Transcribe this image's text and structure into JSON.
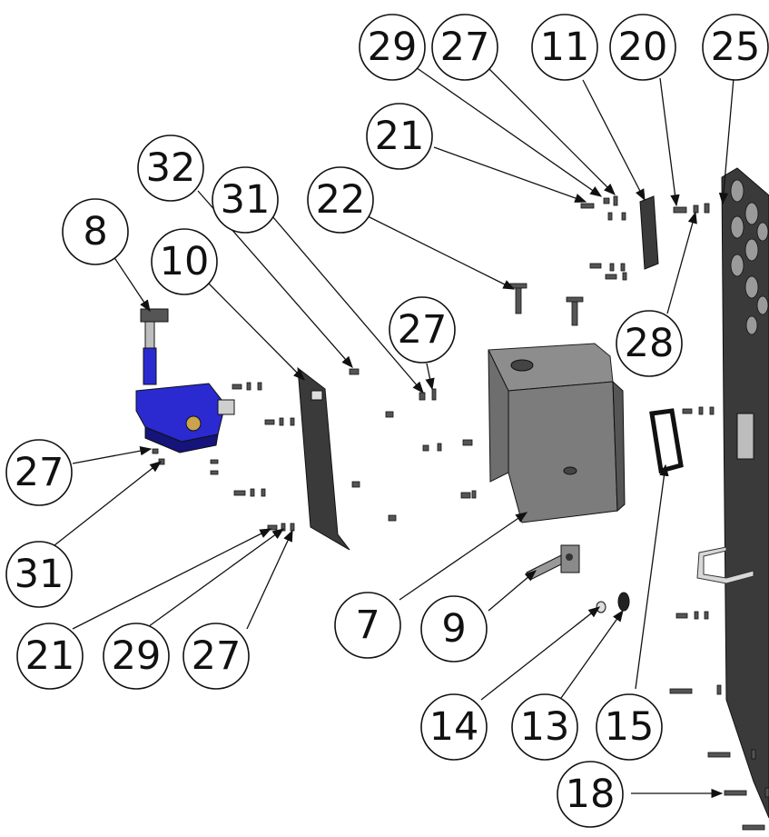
{
  "balloons": [
    {
      "id": "b29a",
      "label": "29"
    },
    {
      "id": "b27a",
      "label": "27"
    },
    {
      "id": "b11",
      "label": "11"
    },
    {
      "id": "b20",
      "label": "20"
    },
    {
      "id": "b25",
      "label": "25"
    },
    {
      "id": "b21a",
      "label": "21"
    },
    {
      "id": "b32",
      "label": "32"
    },
    {
      "id": "b31a",
      "label": "31"
    },
    {
      "id": "b22",
      "label": "22"
    },
    {
      "id": "b8",
      "label": "8"
    },
    {
      "id": "b10",
      "label": "10"
    },
    {
      "id": "b27b",
      "label": "27"
    },
    {
      "id": "b28",
      "label": "28"
    },
    {
      "id": "b27c",
      "label": "27"
    },
    {
      "id": "b31b",
      "label": "31"
    },
    {
      "id": "b7",
      "label": "7"
    },
    {
      "id": "b9",
      "label": "9"
    },
    {
      "id": "b21b",
      "label": "21"
    },
    {
      "id": "b29b",
      "label": "29"
    },
    {
      "id": "b27d",
      "label": "27"
    },
    {
      "id": "b14",
      "label": "14"
    },
    {
      "id": "b13",
      "label": "13"
    },
    {
      "id": "b15",
      "label": "15"
    },
    {
      "id": "b18",
      "label": "18"
    }
  ],
  "colors": {
    "valve_body": "#2a2ad0",
    "valve_dark": "#14147a",
    "panel": "#3a3a3a",
    "housing": "#707070"
  }
}
